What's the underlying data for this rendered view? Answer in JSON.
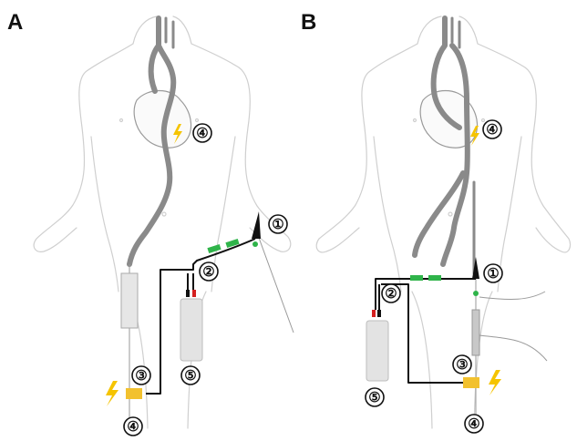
{
  "panels": [
    {
      "letter": "A",
      "callouts": [
        "①",
        "②",
        "③",
        "④",
        "⑤",
        "④"
      ]
    },
    {
      "letter": "B",
      "callouts": [
        "①",
        "②",
        "③",
        "④",
        "⑤",
        "④"
      ]
    }
  ],
  "colors": {
    "connector": "#2fb44a",
    "lightning": "#f5c400",
    "clip_yellow": "#f2c12e",
    "red_lead": "#d42020",
    "cable": "#111111",
    "vessel": "#8a8a8a",
    "body_outline": "#cfcfcf"
  },
  "icons": [
    "lightning-icon",
    "battery-unit",
    "connector-clip"
  ]
}
